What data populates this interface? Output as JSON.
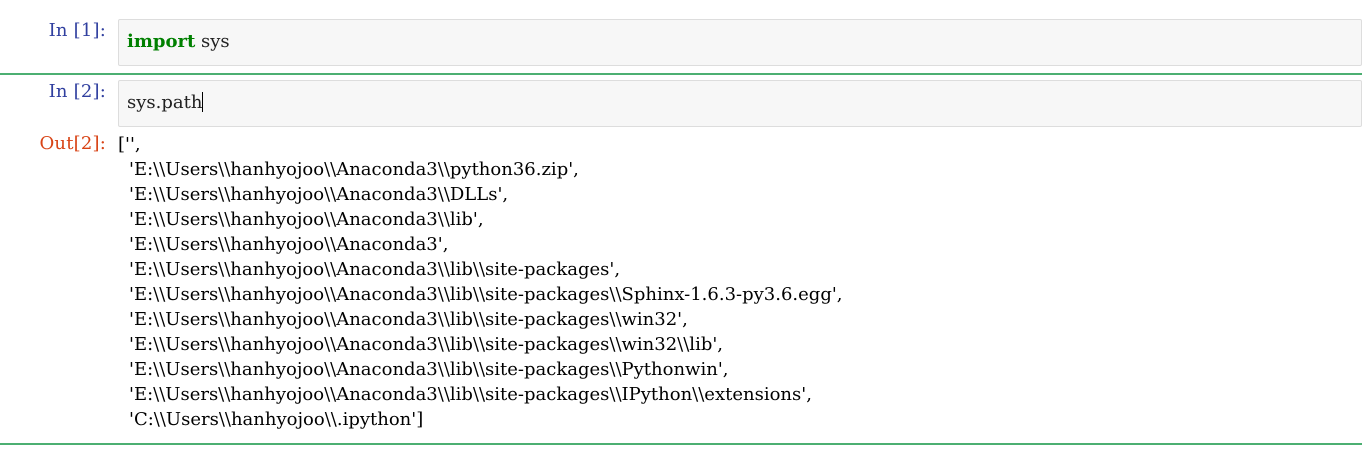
{
  "theme": {
    "background": "#ffffff",
    "cell_background": "#f7f7f7",
    "cell_border": "#dddddd",
    "separator_color": "#4caf72",
    "prompt_in_color": "#303F9F",
    "prompt_out_color": "#D84315",
    "keyword_color": "#008000",
    "text_color": "#000000"
  },
  "cells": [
    {
      "prompt": "In [1]:",
      "type": "code",
      "tokens": [
        {
          "text": "import",
          "kind": "keyword"
        },
        {
          "text": " sys",
          "kind": "plain"
        }
      ],
      "source": "import sys"
    },
    {
      "prompt": "In [2]:",
      "type": "code",
      "tokens": [
        {
          "text": "sys.path",
          "kind": "plain"
        }
      ],
      "source": "sys.path",
      "has_cursor": true
    }
  ],
  "output": {
    "prompt": "Out[2]:",
    "lines": [
      "['',",
      "'E:\\\\Users\\\\hanhyojoo\\\\Anaconda3\\\\python36.zip',",
      "'E:\\\\Users\\\\hanhyojoo\\\\Anaconda3\\\\DLLs',",
      "'E:\\\\Users\\\\hanhyojoo\\\\Anaconda3\\\\lib',",
      "'E:\\\\Users\\\\hanhyojoo\\\\Anaconda3',",
      "'E:\\\\Users\\\\hanhyojoo\\\\Anaconda3\\\\lib\\\\site-packages',",
      "'E:\\\\Users\\\\hanhyojoo\\\\Anaconda3\\\\lib\\\\site-packages\\\\Sphinx-1.6.3-py3.6.egg',",
      "'E:\\\\Users\\\\hanhyojoo\\\\Anaconda3\\\\lib\\\\site-packages\\\\win32',",
      "'E:\\\\Users\\\\hanhyojoo\\\\Anaconda3\\\\lib\\\\site-packages\\\\win32\\\\lib',",
      "'E:\\\\Users\\\\hanhyojoo\\\\Anaconda3\\\\lib\\\\site-packages\\\\Pythonwin',",
      "'E:\\\\Users\\\\hanhyojoo\\\\Anaconda3\\\\lib\\\\site-packages\\\\IPython\\\\extensions',",
      "'C:\\\\Users\\\\hanhyojoo\\\\.ipython']"
    ]
  }
}
